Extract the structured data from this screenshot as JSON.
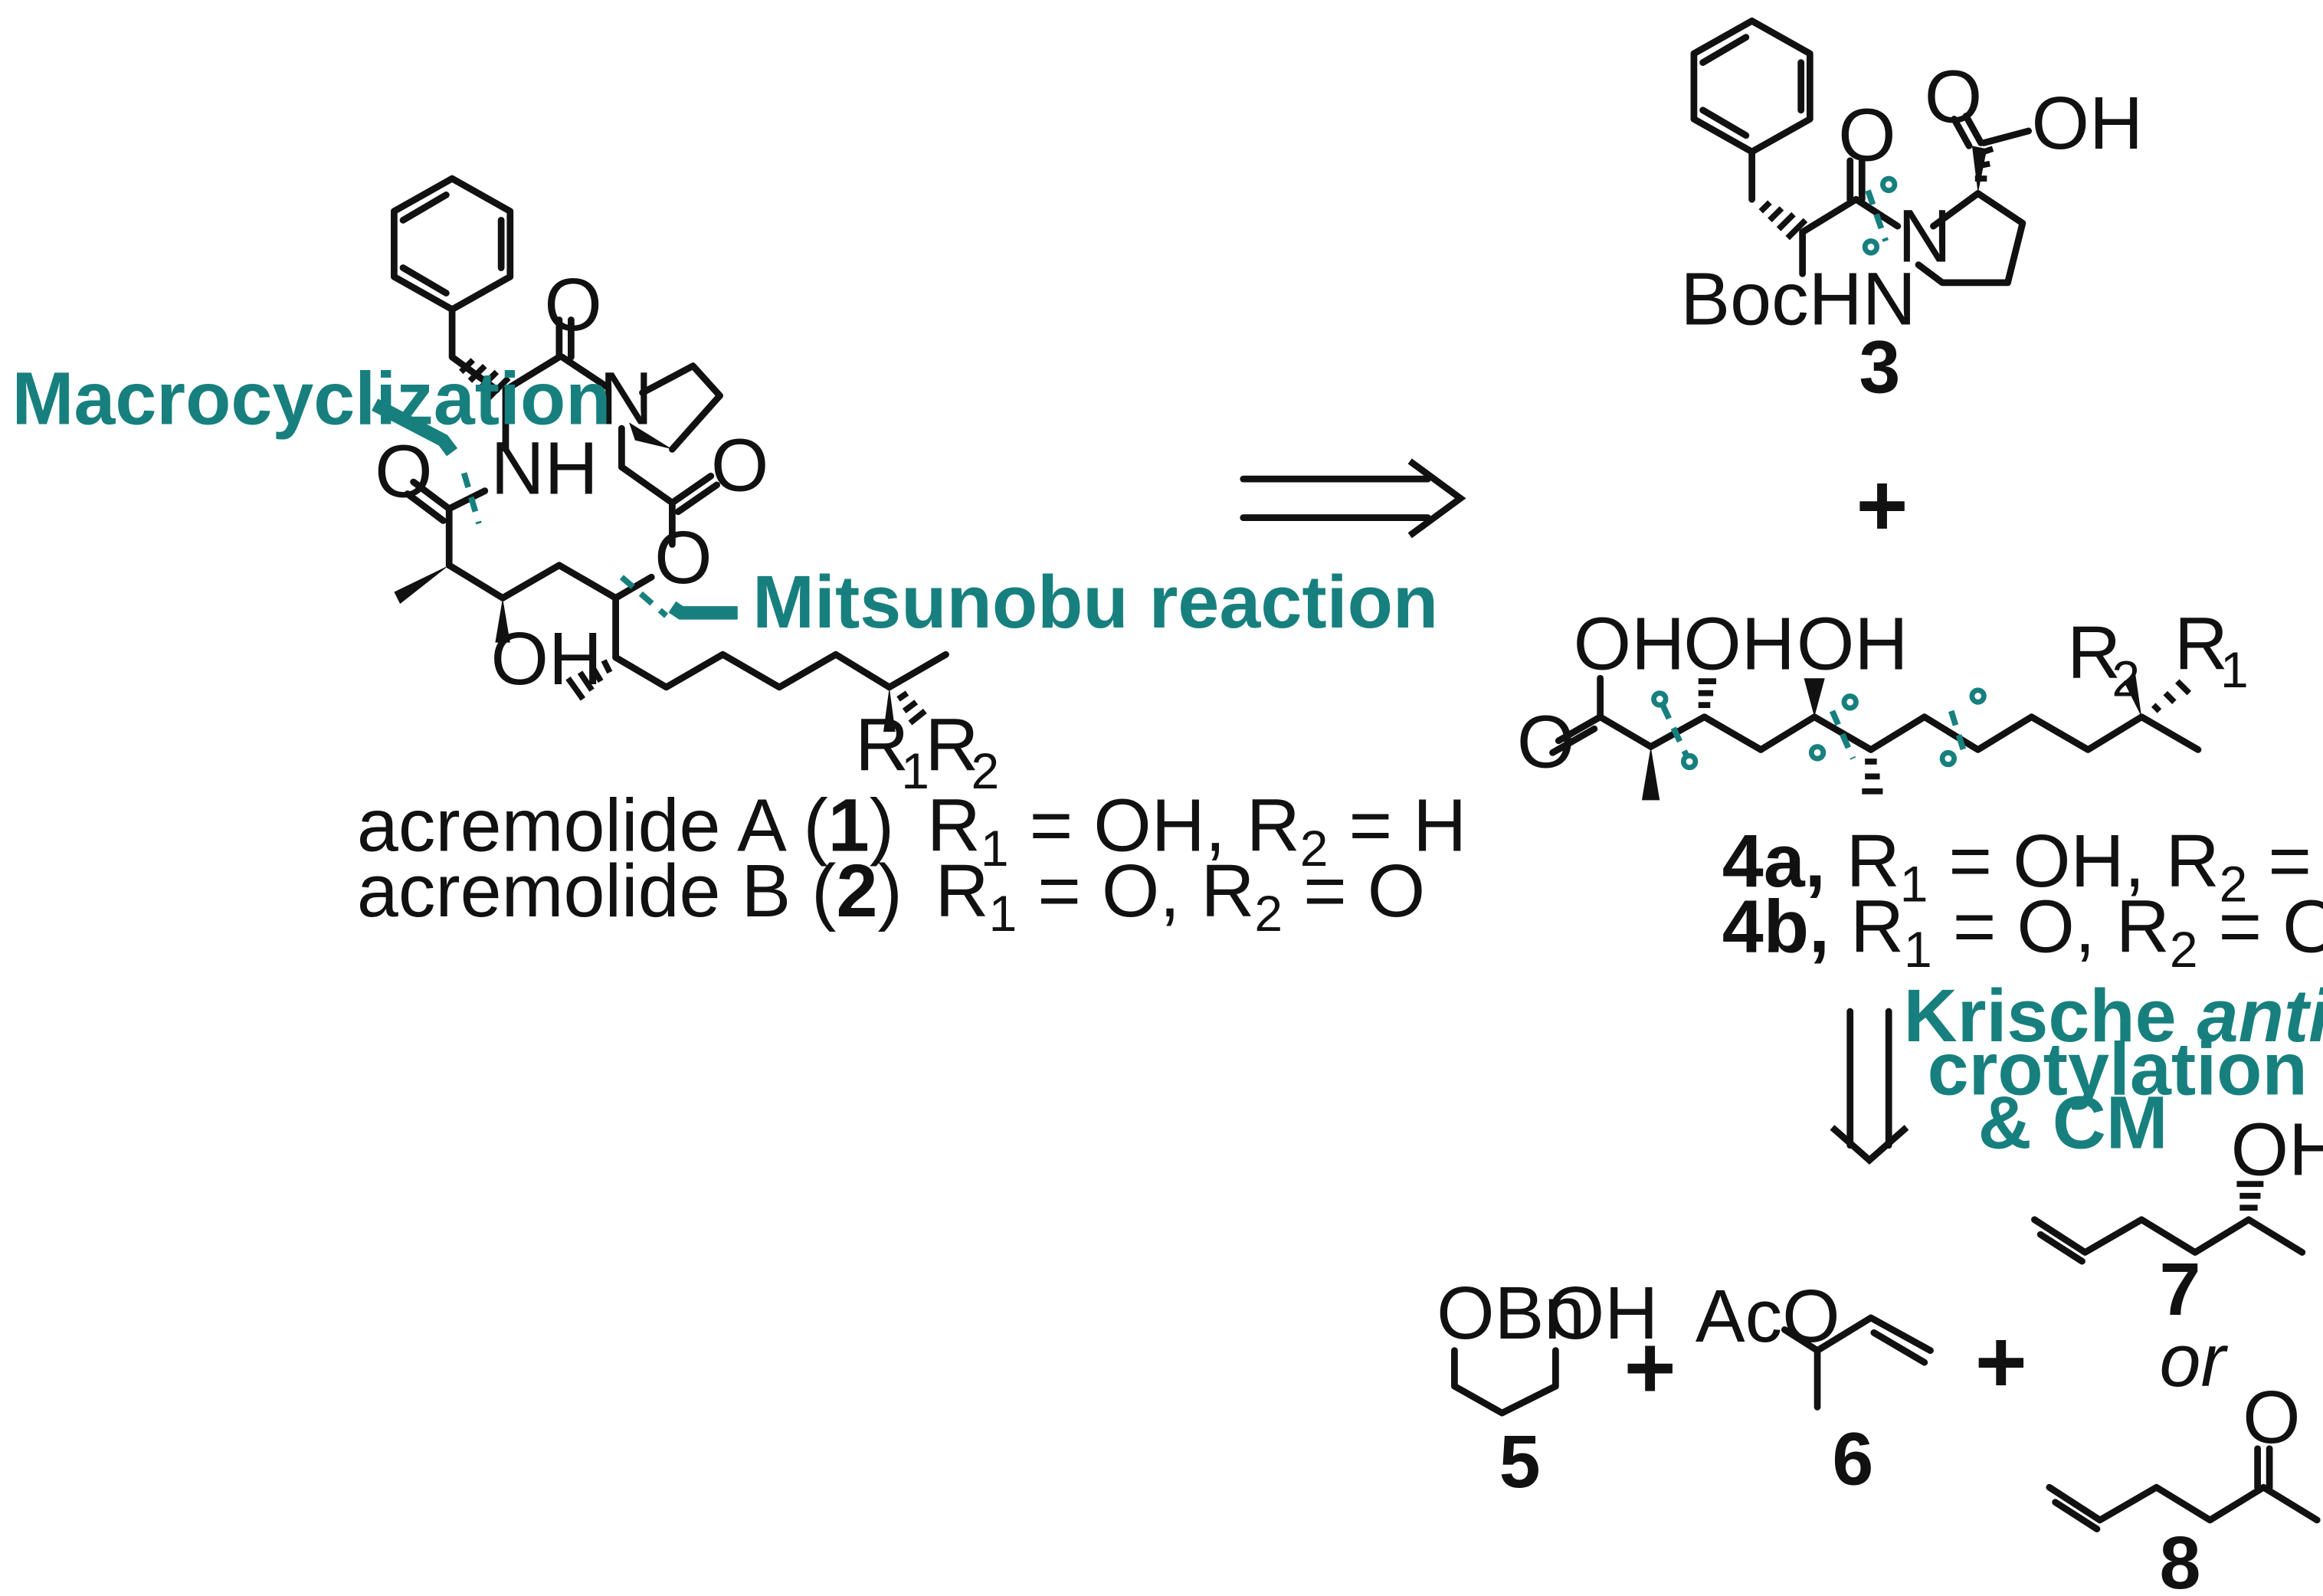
{
  "labels": {
    "macrocyclization": "Macrocyclization",
    "mitsunobu": "Mitsunobu reaction",
    "krische_line1_a": "Krische ",
    "krische_line1_b": "anti",
    "krische_line1_c": "-",
    "krische_line2": "crotylation",
    "krische_line3": "& CM",
    "or": "or"
  },
  "atoms": {
    "O": "O",
    "NH": "NH",
    "N": "N",
    "OH": "OH",
    "BocHN": "BocHN",
    "OBn": "OBn",
    "AcO": "AcO",
    "R": "R",
    "sub1": "1",
    "sub2": "2"
  },
  "captions": {
    "acremolide_a": {
      "name": "acremolide A (",
      "num": "1",
      "close": ")",
      "r1": "R",
      "r1sub": "1",
      "r1val": " = OH, R",
      "r2sub": "2",
      "r2val": " = H"
    },
    "acremolide_b": {
      "name": "acremolide B (",
      "num": "2",
      "close": ")",
      "r1": "R",
      "r1sub": "1",
      "r1val": " = O, R",
      "r2sub": "2",
      "r2val": " = O"
    },
    "cmpd_4a": {
      "num": "4a,",
      "r1": " R",
      "r1sub": "1",
      "r1val": " = OH, R",
      "r2sub": "2",
      "r2val": " = H"
    },
    "cmpd_4b": {
      "num": "4b,",
      "r1": " R",
      "r1sub": "1",
      "r1val": " = O, R",
      "r2sub": "2",
      "r2val": " = O"
    }
  },
  "compound_numbers": {
    "c3": "3",
    "c5": "5",
    "c6": "6",
    "c7": "7",
    "c8": "8"
  },
  "plus_sign": "+",
  "colors": {
    "accent": "#17807e",
    "ink": "#111111",
    "background": "#ffffff"
  }
}
